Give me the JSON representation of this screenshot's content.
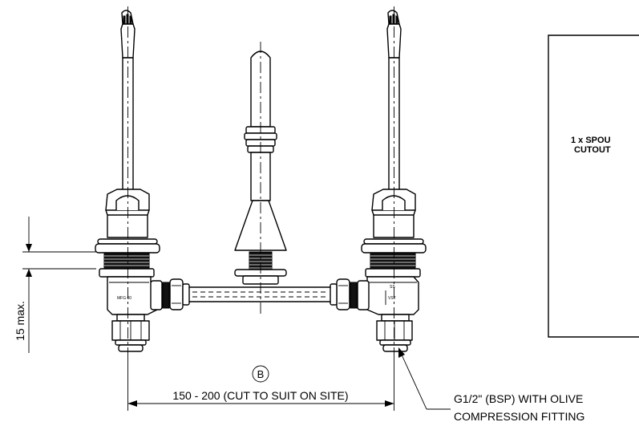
{
  "dimensions": {
    "vertical": "15 max.",
    "horizontal": "150 - 200 (CUT TO SUIT ON SITE)",
    "reference_marker": "B"
  },
  "callout": {
    "line1": "G1/2\" (BSP) WITH OLIVE",
    "line2": "COMPRESSION FITTING"
  },
  "cutout_panel": {
    "line1": "1 x SPOU",
    "line2": "CUTOUT"
  }
}
